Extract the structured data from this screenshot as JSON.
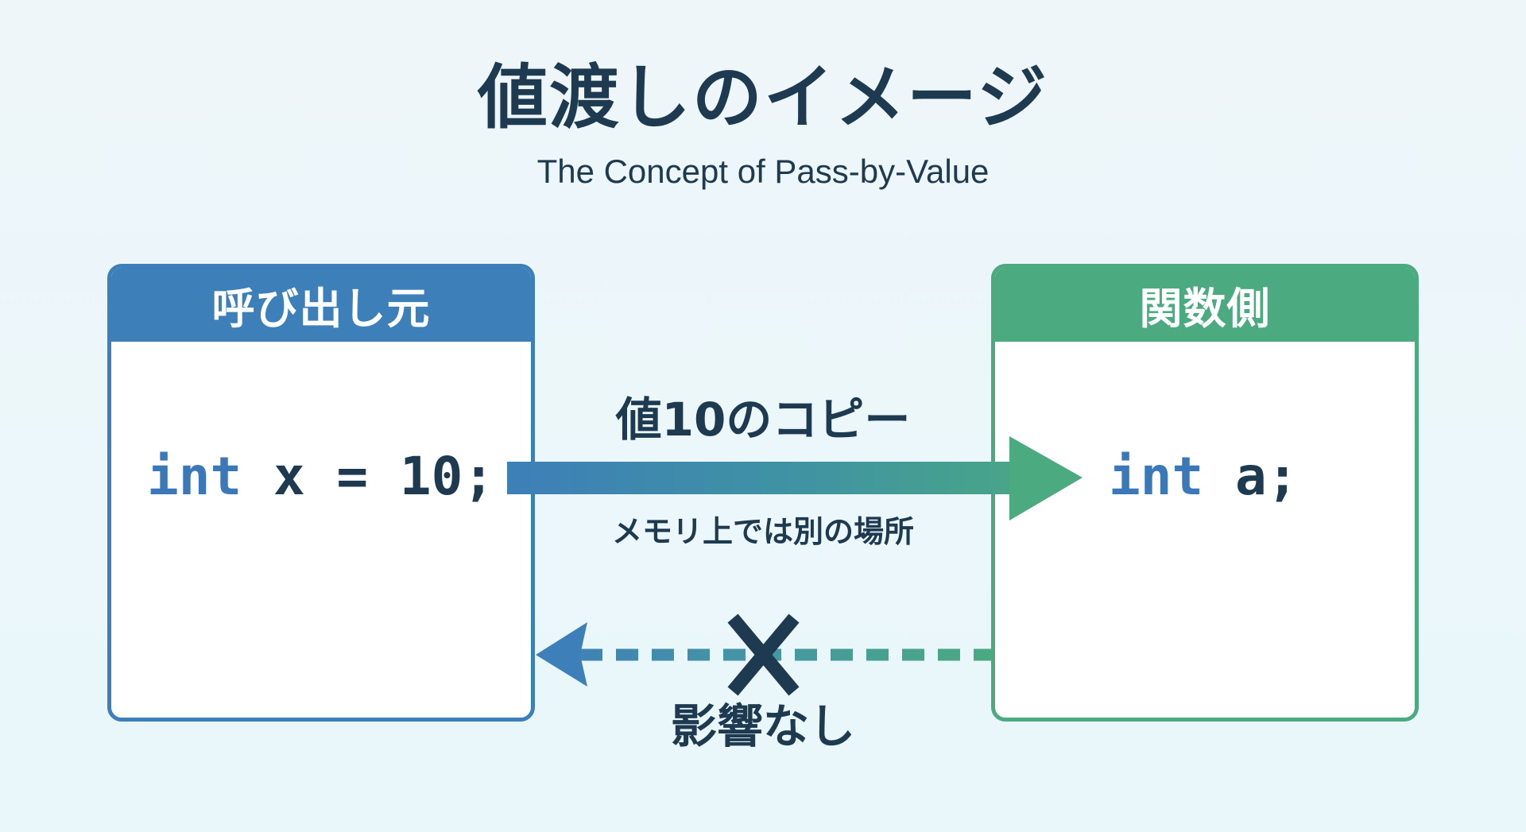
{
  "title": "値渡しのイメージ",
  "subtitle": "The Concept of Pass-by-Value",
  "caller_box": {
    "header": "呼び出し元",
    "code": {
      "keyword": "int",
      "rest": " x = 10;"
    },
    "color": "#3d7fb8"
  },
  "callee_box": {
    "header": "関数側",
    "code": {
      "keyword": "int",
      "rest": " a;"
    },
    "color": "#4baa80"
  },
  "copy_arrow": {
    "label": "値10のコピー",
    "sublabel": "メモリ上では別の場所",
    "icon": "arrow-right-icon"
  },
  "return_arrow": {
    "label": "影響なし",
    "icon": "dashed-arrow-left-icon",
    "blocked_icon": "cross-icon"
  },
  "colors": {
    "text": "#1e3a50",
    "keyword": "#3b78b8",
    "background": "#eef6f9"
  }
}
